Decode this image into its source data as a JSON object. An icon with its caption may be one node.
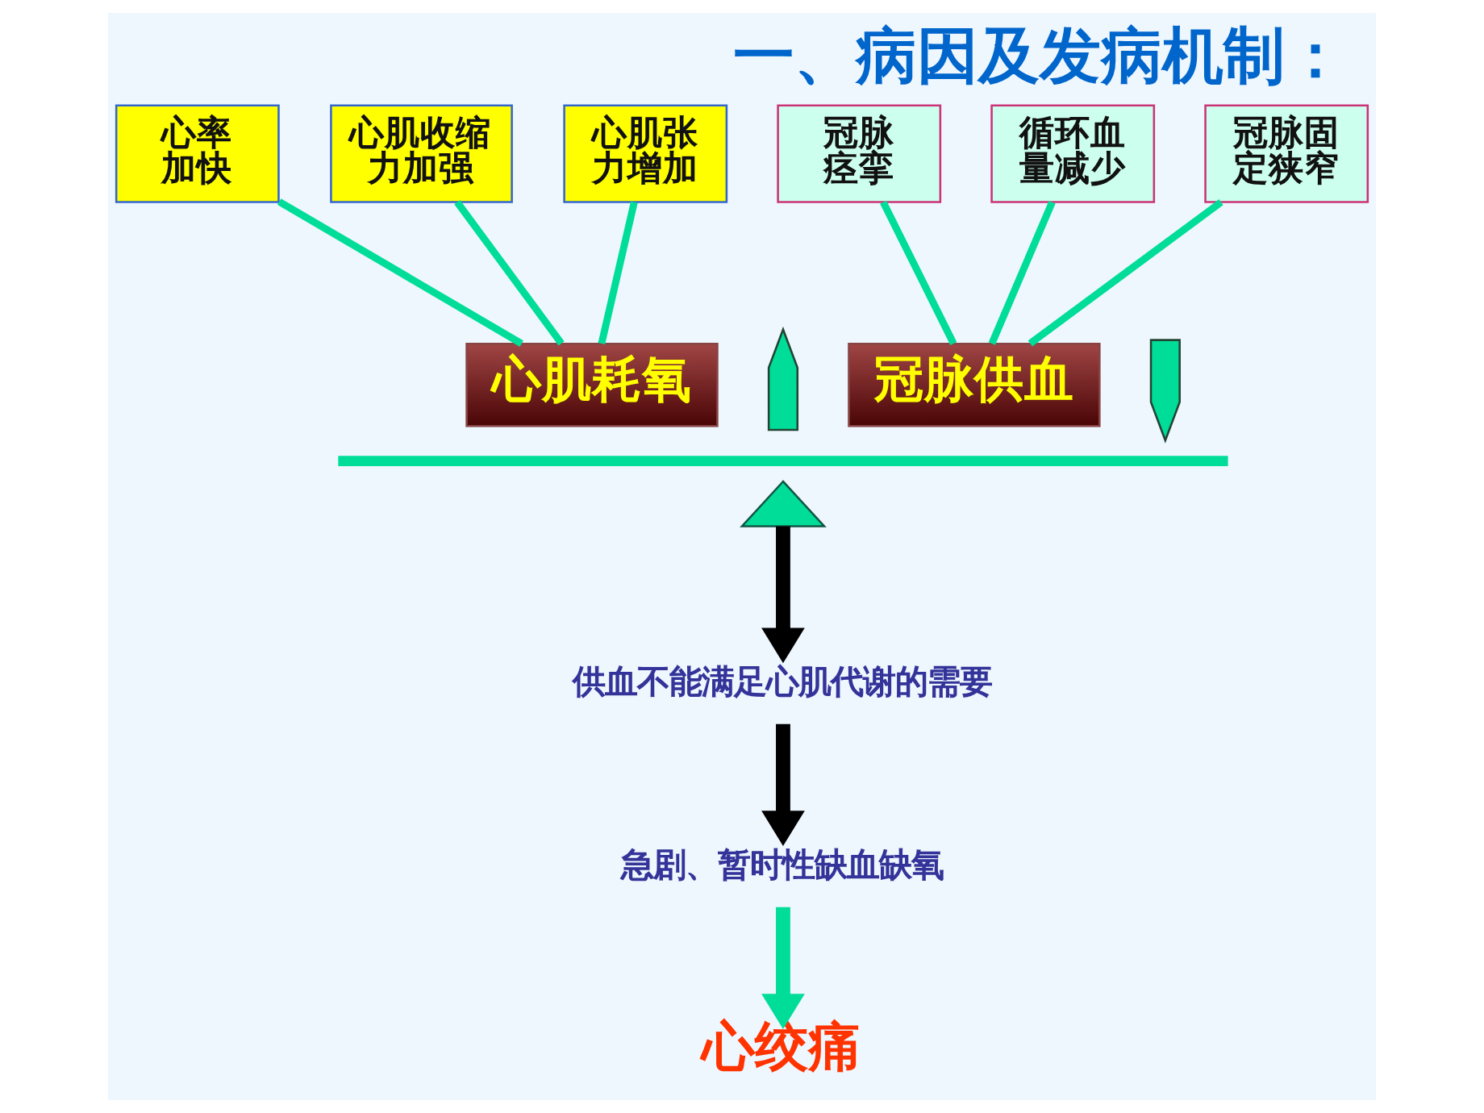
{
  "diagram": {
    "title": "一、病因及发病机制：",
    "nodes": [
      {
        "text": [
          "心率加快"
        ]
      },
      {
        "text": [
          "心肌收缩力加强"
        ]
      },
      {
        "text": [
          "心肌张力增加"
        ]
      },
      {
        "text": [
          "冠脉痉挛"
        ]
      },
      {
        "text": [
          "循环血量减少"
        ]
      },
      {
        "text": [
          "冠脉固定狭窄"
        ]
      },
      {
        "text": [
          "心肌耗氧"
        ]
      },
      {
        "text": [],
        "shape": "arrow"
      },
      {
        "text": [
          "冠脉供血"
        ]
      },
      {
        "text": [],
        "shape": "arrow"
      },
      {
        "text": [],
        "shape": "triangle"
      },
      {
        "text": [
          "供血不能满足心肌代谢的需要"
        ]
      },
      {
        "text": [
          "急剧、暂时性缺血缺氧"
        ]
      },
      {
        "text": [
          "心绞痛"
        ]
      }
    ],
    "edges": [
      {
        "from": 0,
        "to": 6,
        "arrow": "none"
      },
      {
        "from": 1,
        "to": 6,
        "arrow": "none"
      },
      {
        "from": 2,
        "to": 6,
        "arrow": "none"
      },
      {
        "from": 3,
        "to": 8,
        "arrow": "none"
      },
      {
        "from": 4,
        "to": 8,
        "arrow": "none"
      },
      {
        "from": 5,
        "to": 8,
        "arrow": "none"
      },
      {
        "from": 10,
        "to": 11,
        "arrow": "to",
        "style": "thick",
        "color": "#000000"
      },
      {
        "from": 11,
        "to": 12,
        "arrow": "to",
        "style": "thick",
        "color": "#000000"
      },
      {
        "from": 12,
        "to": 13,
        "arrow": "to",
        "style": "thick"
      }
    ]
  }
}
